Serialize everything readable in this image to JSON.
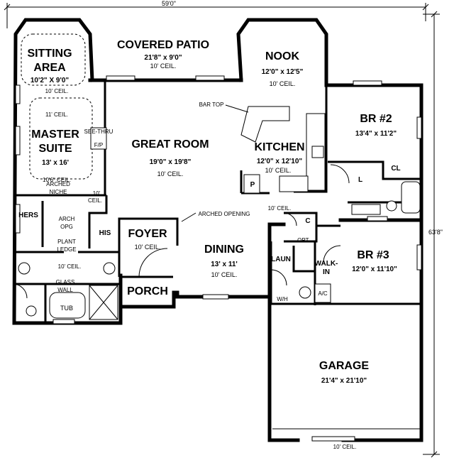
{
  "dimensions": {
    "overall_width": "59'0\"",
    "overall_depth": "63'8\""
  },
  "rooms": {
    "covered_patio": {
      "name": "COVERED PATIO",
      "size": "21'8\" x 9'0\"",
      "ceil": "10' CEIL."
    },
    "sitting_area": {
      "name_line1": "SITTING",
      "name_line2": "AREA",
      "size": "10'2\" X 9'0\"",
      "ceil": "10' CEIL."
    },
    "nook": {
      "name": "NOOK",
      "size": "12'0\" x 12'5\"",
      "ceil": "10' CEIL."
    },
    "master_suite": {
      "name_line1": "MASTER",
      "name_line2": "SUITE",
      "size": "13' x 16'",
      "ceil": "11' CEIL.",
      "tray": "10'6\" CEIL."
    },
    "great_room": {
      "name": "GREAT ROOM",
      "size": "19'0\" x 19'8\"",
      "ceil": "10' CEIL."
    },
    "kitchen": {
      "name": "KITCHEN",
      "size": "12'0\" x 12'10\"",
      "ceil": "10' CEIL."
    },
    "br2": {
      "name": "BR #2",
      "size": "13'4\" x 11'2\""
    },
    "br3": {
      "name": "BR #3",
      "size": "12'0\" x 11'10\""
    },
    "foyer": {
      "name": "FOYER",
      "ceil": "10' CEIL."
    },
    "dining": {
      "name": "DINING",
      "size": "13' x 11'",
      "ceil": "10' CEIL."
    },
    "porch": {
      "name": "PORCH"
    },
    "garage": {
      "name": "GARAGE",
      "size": "21'4\" x 21'10\"",
      "ceil": "10' CEIL."
    }
  },
  "labels": {
    "bar_top": "BAR TOP",
    "see_thru_line1": "SEE-THRU",
    "see_thru_line2": "F/P",
    "arched_niche_line1": "ARCHED",
    "arched_niche_line2": "NICHE",
    "ceil_10_line1": "10'",
    "ceil_10_line2": "CEIL.",
    "hers": "HERS",
    "his": "HIS",
    "arch_opg_line1": "ARCH",
    "arch_opg_line2": "OPG",
    "plant_line1": "PLANT",
    "plant_line2": "LEDGE",
    "bath_ceil": "10' CEIL.",
    "glass_line1": "GLASS",
    "glass_line2": "WALL",
    "tub": "TUB",
    "arched_opening": "ARCHED OPENING",
    "pantry": "P",
    "hall_ceil": "10' CEIL.",
    "closet_c": "C",
    "cl": "CL",
    "linen_l": "L",
    "opt": "OPT.",
    "walk_in_line1": "WALK-",
    "walk_in_line2": "IN",
    "laun": "LAUN",
    "wh": "W/H",
    "ac": "A/C"
  }
}
